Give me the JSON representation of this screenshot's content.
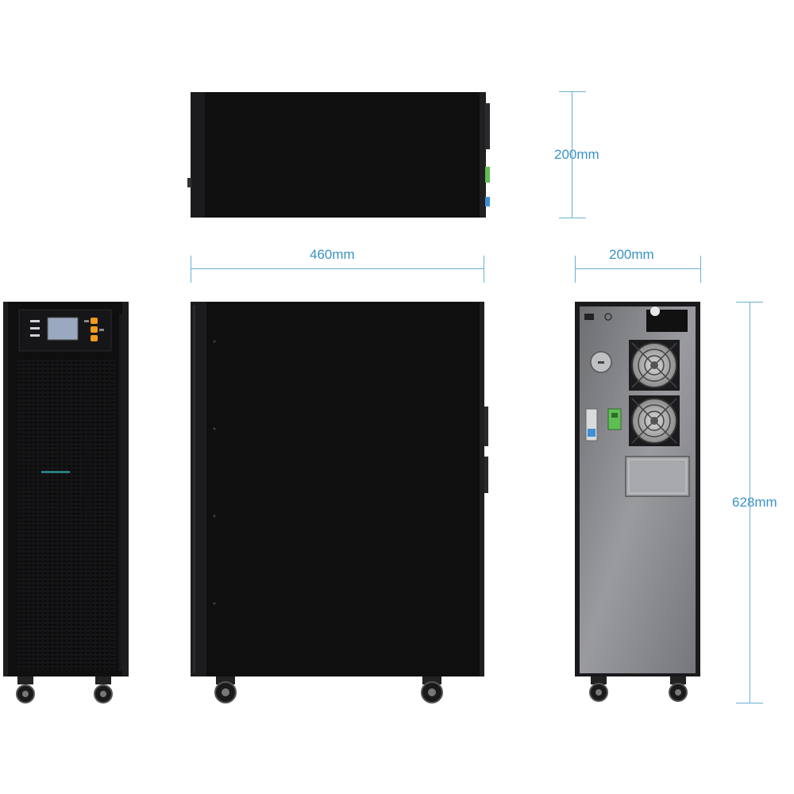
{
  "dimensions": {
    "depth_top": "200mm",
    "depth_bottom": "460mm",
    "width": "200mm",
    "height": "628mm"
  },
  "colors": {
    "cabinet": "#0f0f10",
    "cabinet_edge": "#1f1f21",
    "rear_panel": "#8d8e92",
    "dimension": "#3a93c4",
    "led_orange": "#f09a1e",
    "lcd": "#9aa9c0",
    "connector_green": "#5fbf55",
    "breaker_blue": "#3f8fd6"
  },
  "views": {
    "top": "top-view",
    "front": "front-view",
    "side": "side-view",
    "rear": "rear-view"
  }
}
